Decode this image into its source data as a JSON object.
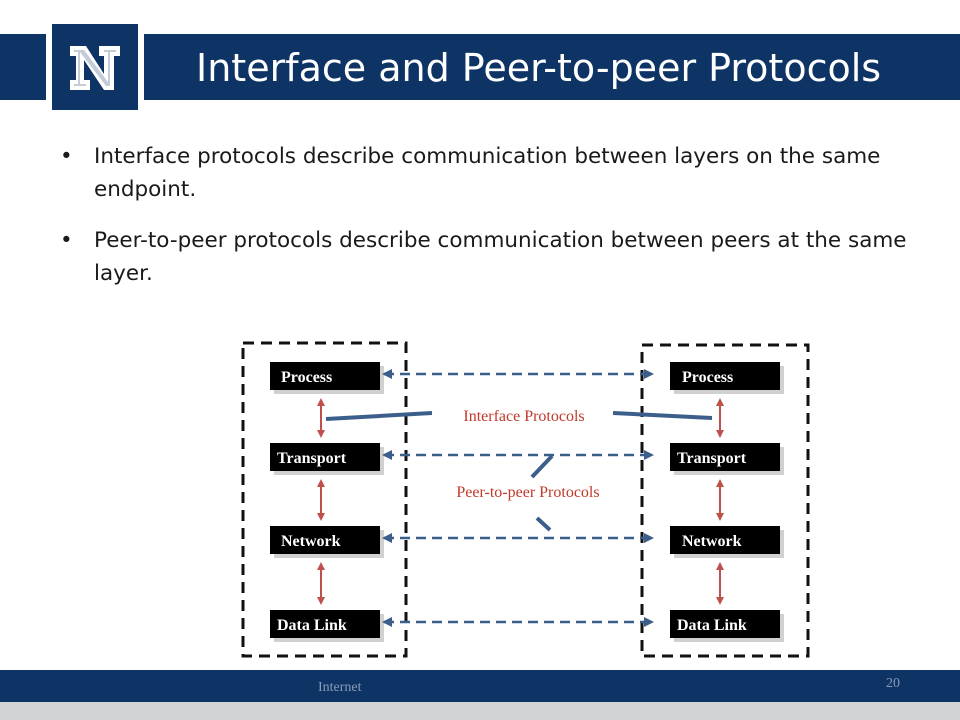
{
  "slide": {
    "title": "Interface and Peer-to-peer Protocols",
    "logo_text": "N",
    "bullets": [
      "Interface protocols describe communication between layers on the same endpoint.",
      "Peer-to-peer protocols describe communication between peers at the same layer."
    ],
    "footer": "Internet",
    "page_number": "20"
  },
  "diagram": {
    "left_stack": [
      "Process",
      "Transport",
      "Network",
      "Data Link"
    ],
    "right_stack": [
      "Process",
      "Transport",
      "Network",
      "Data Link"
    ],
    "interface_label": "Interface Protocols",
    "peer_label": "Peer-to-peer Protocols"
  },
  "colors": {
    "brand_navy": "#0e3466",
    "arrow_red": "#c0504d",
    "dash_blue": "#3b5f8a",
    "label_red": "#c0392b"
  }
}
